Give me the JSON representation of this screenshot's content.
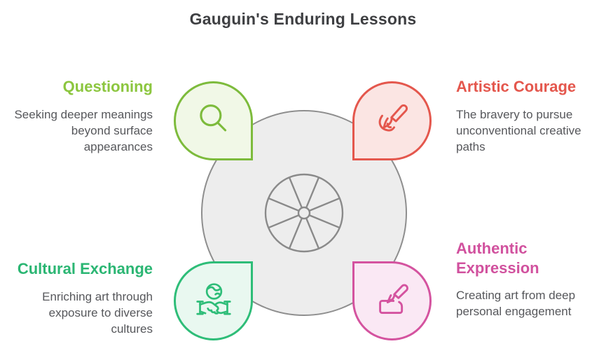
{
  "title": "Gauguin's Enduring Lessons",
  "center": {
    "icon": "wheel-icon",
    "circle_fill": "#EDEDED",
    "circle_border": "#8E8E8E",
    "wheel_stroke": "#8A8A8A"
  },
  "quadrants": [
    {
      "id": "questioning",
      "position": "top-left",
      "heading": "Questioning",
      "body": "Seeking deeper meanings beyond surface appearances",
      "icon": "magnifying-glass-icon",
      "accent": "#8CC63F",
      "shape_border": "#7DBB3C",
      "shape_fill": "#F1F8E7"
    },
    {
      "id": "artistic-courage",
      "position": "top-right",
      "heading": "Artistic Courage",
      "body": "The bravery to pursue unconventional creative paths",
      "icon": "paintbrush-icon",
      "accent": "#E4574D",
      "shape_border": "#E4574D",
      "shape_fill": "#FBE5E3"
    },
    {
      "id": "cultural-exchange",
      "position": "bottom-left",
      "heading": "Cultural Exchange",
      "body": "Enriching art through exposure to diverse cultures",
      "icon": "handshake-globe-icon",
      "accent": "#2BB673",
      "shape_border": "#2EBD78",
      "shape_fill": "#E9F8F0"
    },
    {
      "id": "authentic-expression",
      "position": "bottom-right",
      "heading": "Authentic Expression",
      "body": "Creating art from deep personal engagement",
      "icon": "paint-tray-brush-icon",
      "accent": "#D1519E",
      "shape_border": "#D4539F",
      "shape_fill": "#FAE8F4"
    }
  ],
  "colors": {
    "background": "#FFFFFF",
    "title_text": "#3E3F42",
    "body_text": "#56575B"
  }
}
